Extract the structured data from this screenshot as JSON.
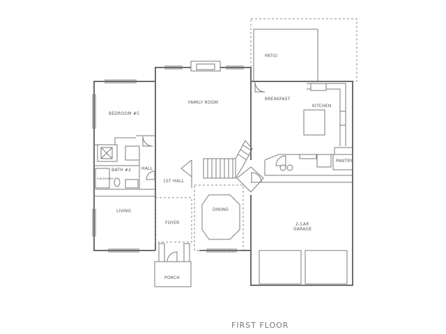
{
  "title": "FIRST FLOOR",
  "rooms": {
    "patio": "PATIO",
    "breakfast": "BREAKFAST",
    "kitchen": "KITCHEN",
    "family_room": "FAMILY ROOM",
    "bedroom": "BEDROOM #5",
    "bath": "BATH #2",
    "hall": "HALL",
    "first_hall": "1ST HALL",
    "pantry": "PANTRY",
    "living": "LIVING",
    "dining": "DINING",
    "foyer": "FOYER",
    "garage_line1": "2-CAR",
    "garage_line2": "GARAGE",
    "porch": "PORCH",
    "tub_shower": "TUB SHOWER"
  }
}
